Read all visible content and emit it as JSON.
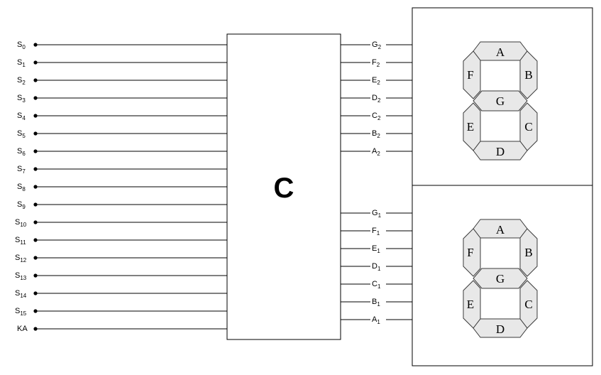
{
  "block": {
    "label": "C"
  },
  "inputs": [
    {
      "base": "S",
      "sub": "0"
    },
    {
      "base": "S",
      "sub": "1"
    },
    {
      "base": "S",
      "sub": "2"
    },
    {
      "base": "S",
      "sub": "3"
    },
    {
      "base": "S",
      "sub": "4"
    },
    {
      "base": "S",
      "sub": "5"
    },
    {
      "base": "S",
      "sub": "6"
    },
    {
      "base": "S",
      "sub": "7"
    },
    {
      "base": "S",
      "sub": "8"
    },
    {
      "base": "S",
      "sub": "9"
    },
    {
      "base": "S",
      "sub": "10"
    },
    {
      "base": "S",
      "sub": "11"
    },
    {
      "base": "S",
      "sub": "12"
    },
    {
      "base": "S",
      "sub": "13"
    },
    {
      "base": "S",
      "sub": "14"
    },
    {
      "base": "S",
      "sub": "15"
    },
    {
      "base": "KA",
      "sub": ""
    }
  ],
  "outputs_top": [
    {
      "base": "G",
      "sub": "2"
    },
    {
      "base": "F",
      "sub": "2"
    },
    {
      "base": "E",
      "sub": "2"
    },
    {
      "base": "D",
      "sub": "2"
    },
    {
      "base": "C",
      "sub": "2"
    },
    {
      "base": "B",
      "sub": "2"
    },
    {
      "base": "A",
      "sub": "2"
    }
  ],
  "outputs_bottom": [
    {
      "base": "G",
      "sub": "1"
    },
    {
      "base": "F",
      "sub": "1"
    },
    {
      "base": "E",
      "sub": "1"
    },
    {
      "base": "D",
      "sub": "1"
    },
    {
      "base": "C",
      "sub": "1"
    },
    {
      "base": "B",
      "sub": "1"
    },
    {
      "base": "A",
      "sub": "1"
    }
  ],
  "segments": {
    "a": "A",
    "b": "B",
    "c": "C",
    "d": "D",
    "e": "E",
    "f": "F",
    "g": "G"
  }
}
